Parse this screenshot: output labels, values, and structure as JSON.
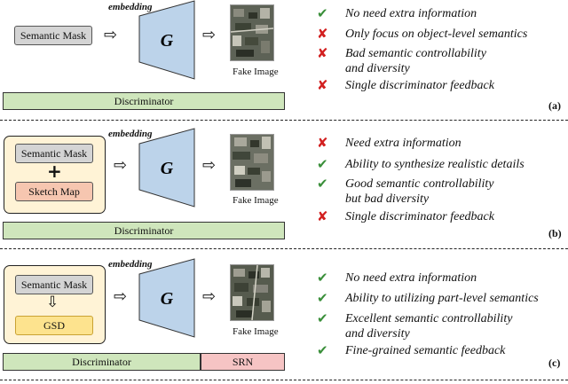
{
  "labels": {
    "embedding": "embedding",
    "generator": "G",
    "fake_image": "Fake Image",
    "discriminator": "Discriminator",
    "semantic_mask": "Semantic Mask",
    "sketch_map": "Sketch Map",
    "gsd": "GSD",
    "srn": "SRN",
    "plus": "+",
    "down_arrow": "⇩",
    "right_arrow": "⇨"
  },
  "colors": {
    "check": "#3a8f3a",
    "cross": "#d22020",
    "generator_fill": "#bcd3ea",
    "discriminator_fill": "#cfe6bc",
    "srn_fill": "#f6c4c4",
    "panel_fill": "#fff3d6",
    "gsd_fill": "#fde38e",
    "sketch_fill": "#f6c6b0"
  },
  "panels": [
    {
      "label": "(a)",
      "features": [
        {
          "mark": "check",
          "lines": [
            "No need extra information"
          ]
        },
        {
          "mark": "cross",
          "lines": [
            "Only focus on object-level semantics"
          ]
        },
        {
          "mark": "cross",
          "lines": [
            "Bad semantic controllability",
            "and diversity"
          ]
        },
        {
          "mark": "cross",
          "lines": [
            "Single discriminator feedback"
          ]
        }
      ]
    },
    {
      "label": "(b)",
      "features": [
        {
          "mark": "cross",
          "lines": [
            "Need extra information"
          ]
        },
        {
          "mark": "check",
          "lines": [
            "Ability to synthesize realistic details"
          ]
        },
        {
          "mark": "check",
          "lines": [
            "Good semantic controllability",
            "but bad diversity"
          ]
        },
        {
          "mark": "cross",
          "lines": [
            "Single discriminator feedback"
          ]
        }
      ]
    },
    {
      "label": "(c)",
      "features": [
        {
          "mark": "check",
          "lines": [
            "No need extra information"
          ]
        },
        {
          "mark": "check",
          "lines": [
            "Ability to utilizing part-level semantics"
          ]
        },
        {
          "mark": "check",
          "lines": [
            "Excellent semantic controllability",
            "and diversity"
          ]
        },
        {
          "mark": "check",
          "lines": [
            "Fine-grained semantic feedback"
          ]
        }
      ]
    }
  ]
}
